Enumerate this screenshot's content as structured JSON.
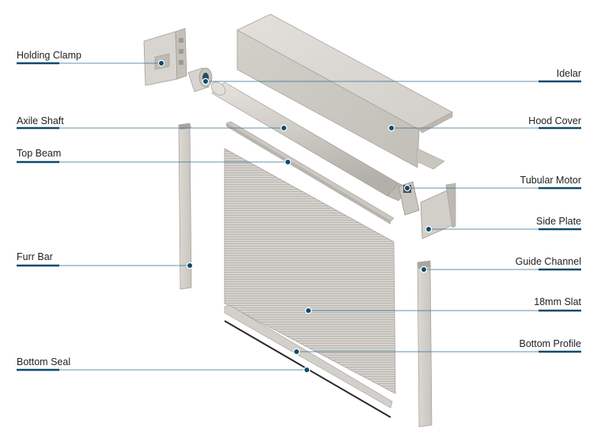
{
  "colors": {
    "accent": "#0f4a6e",
    "leader": "#2f6f8f",
    "metal_light": "#dedbd6",
    "metal_mid": "#cbc7c1",
    "metal_dark": "#aaa6a0",
    "edge": "#9c9892",
    "seal": "#2a2a2a"
  },
  "labels": {
    "holding_clamp": "Holding Clamp",
    "idelar": "Idelar",
    "axile_shaft": "Axile Shaft",
    "hood_cover": "Hood Cover",
    "top_beam": "Top Beam",
    "tubular_motor": "Tubular Motor",
    "side_plate": "Side Plate",
    "furr_bar": "Furr Bar",
    "guide_channel": "Guide Channel",
    "slat_18mm": "18mm Slat",
    "bottom_profile": "Bottom Profile",
    "bottom_seal": "Bottom Seal"
  }
}
